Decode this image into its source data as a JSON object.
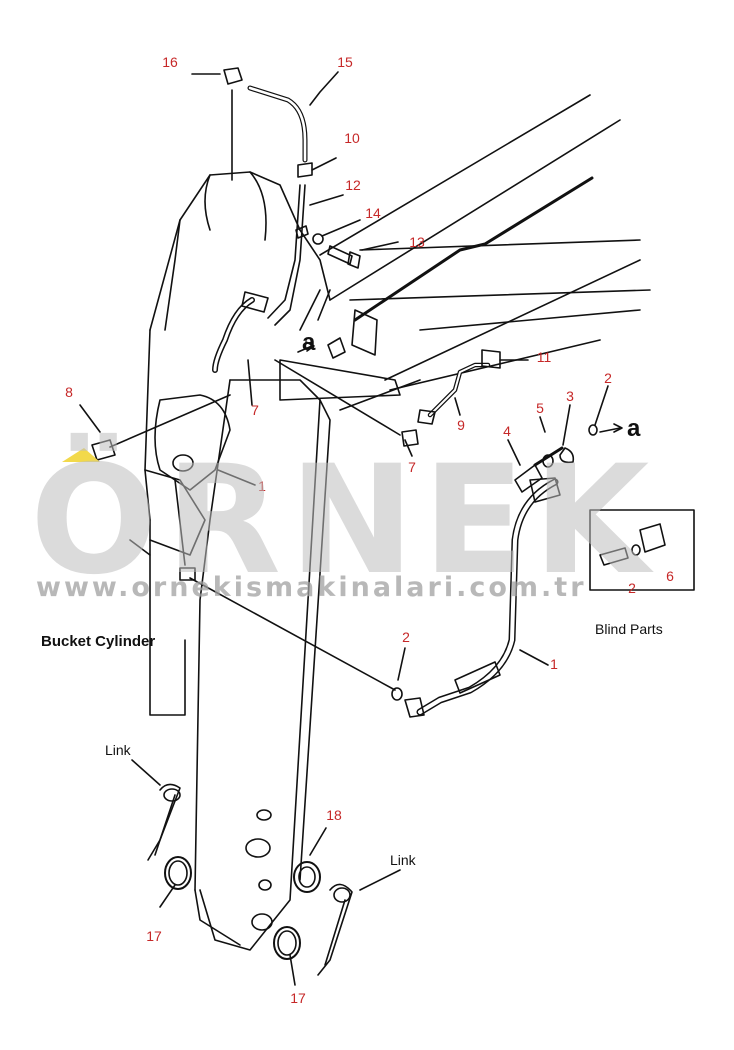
{
  "callouts": [
    {
      "id": "c16",
      "text": "16"
    },
    {
      "id": "c15",
      "text": "15"
    },
    {
      "id": "c10",
      "text": "10"
    },
    {
      "id": "c12",
      "text": "12"
    },
    {
      "id": "c14",
      "text": "14"
    },
    {
      "id": "c13",
      "text": "13"
    },
    {
      "id": "c8",
      "text": "8"
    },
    {
      "id": "c7a",
      "text": "7"
    },
    {
      "id": "c11",
      "text": "11"
    },
    {
      "id": "c2a",
      "text": "2"
    },
    {
      "id": "c3",
      "text": "3"
    },
    {
      "id": "c5",
      "text": "5"
    },
    {
      "id": "c4",
      "text": "4"
    },
    {
      "id": "c9",
      "text": "9"
    },
    {
      "id": "c7b",
      "text": "7"
    },
    {
      "id": "c1a",
      "text": "1"
    },
    {
      "id": "c6",
      "text": "6"
    },
    {
      "id": "c2b",
      "text": "2"
    },
    {
      "id": "c2c",
      "text": "2"
    },
    {
      "id": "c1b",
      "text": "1"
    },
    {
      "id": "c18",
      "text": "18"
    },
    {
      "id": "c17a",
      "text": "17"
    },
    {
      "id": "c17b",
      "text": "17"
    }
  ],
  "labels": {
    "ref_a_left": "a",
    "ref_a_right": "a",
    "bucket_cylinder": "Bucket Cylinder",
    "blind_parts": "Blind Parts",
    "link_left": "Link",
    "link_right": "Link"
  },
  "watermark": {
    "brand": "ÖRNEK",
    "url": "www.ornekismakinalari.com.tr"
  },
  "colors": {
    "callout": "#c62828",
    "line": "#111111",
    "watermark": "#bdbdbd",
    "accent_yellow": "#f2d94b"
  }
}
